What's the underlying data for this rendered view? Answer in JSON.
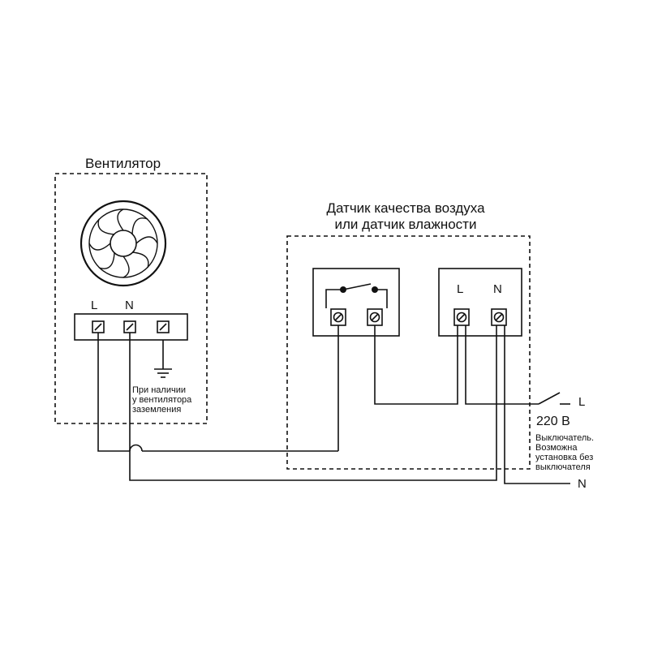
{
  "fan": {
    "title": "Вентилятор",
    "terminal_l": "L",
    "terminal_n": "N",
    "ground_note": [
      "При наличии",
      "у вентилятора",
      "заземления"
    ]
  },
  "sensor": {
    "title": [
      "Датчик качества воздуха",
      "или датчик влажности"
    ],
    "terminal_l": "L",
    "terminal_n": "N"
  },
  "supply": {
    "line_l": "L",
    "line_n": "N",
    "voltage": "220 В",
    "switch_note": [
      "Выключатель.",
      "Возможна",
      "установка без",
      "выключателя"
    ]
  },
  "colors": {
    "line": "#111111",
    "background": "#ffffff"
  }
}
